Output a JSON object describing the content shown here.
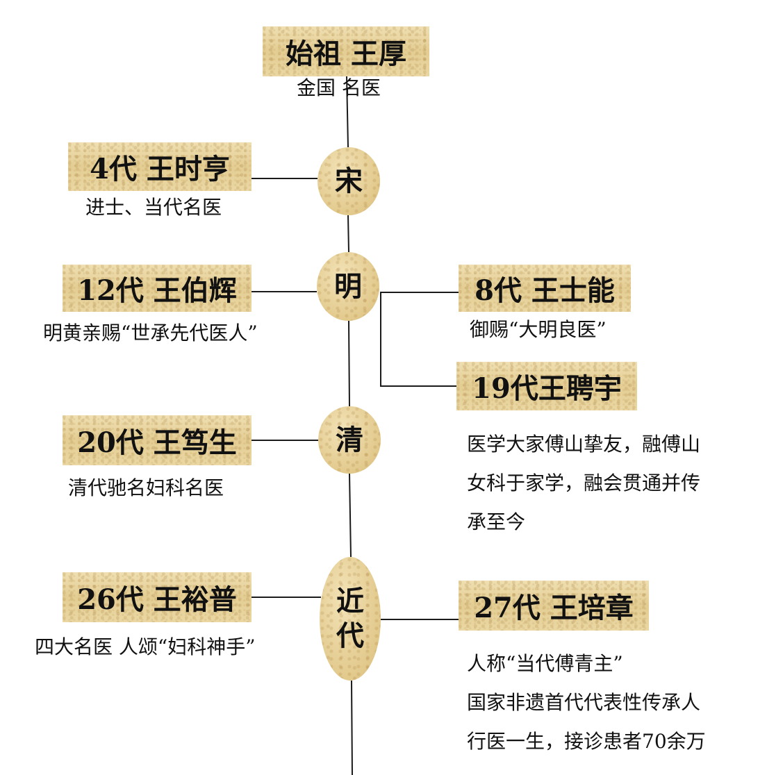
{
  "founder": {
    "label": "始祖  王厚",
    "desc": "金国  名医"
  },
  "eras": {
    "song": "宋",
    "ming": "明",
    "qing": "清",
    "jindai_1": "近",
    "jindai_2": "代"
  },
  "gen4": {
    "label": "4代  王时亨",
    "desc": "进士、当代名医"
  },
  "gen12": {
    "label": "12代 王伯辉",
    "desc": "明黄亲赐“世承先代医人”"
  },
  "gen8": {
    "label": "8代  王士能",
    "desc": "御赐“大明良医”"
  },
  "gen19": {
    "label": "19代王聘宇",
    "desc_lines": [
      "医学大家傅山挚友，融傅山",
      "女科于家学，融会贯通并传",
      "承至今"
    ]
  },
  "gen20": {
    "label": "20代 王笃生",
    "desc": "清代驰名妇科名医"
  },
  "gen26": {
    "label": "26代 王裕普",
    "desc": "四大名医 人颂“妇科神手”"
  },
  "gen27": {
    "label": "27代 王培章",
    "desc_lines": [
      "人称“当代傅青主”",
      "国家非遗首代代表性传承人",
      "行医一生，接诊患者70余万"
    ]
  },
  "colors": {
    "line": "#1a1a1a",
    "box": "#e9d8a6",
    "text": "#111111"
  }
}
